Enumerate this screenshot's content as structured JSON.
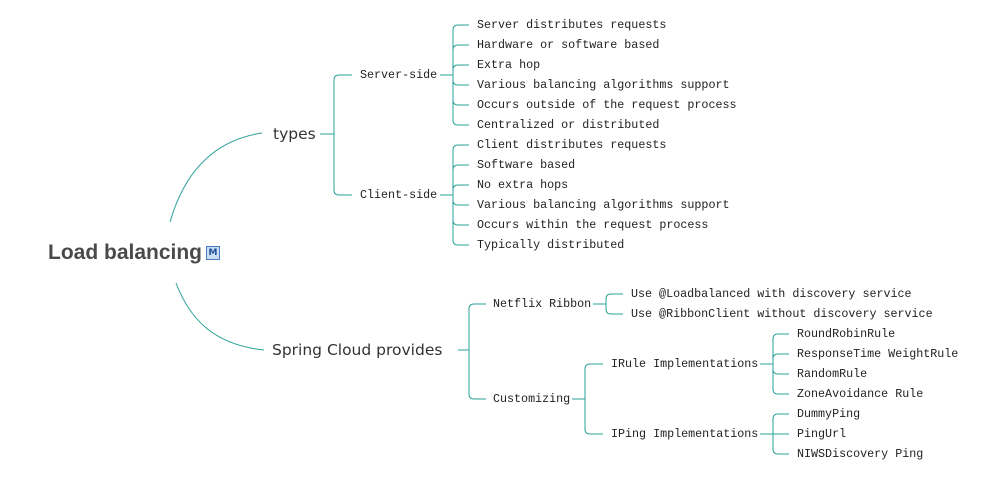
{
  "root": {
    "label": "Load balancing",
    "badge": "M"
  },
  "line_color": "#2aa198",
  "types": {
    "label": "types",
    "server_side": {
      "label": "Server-side",
      "items": [
        "Server distributes requests",
        "Hardware or software based",
        "Extra hop",
        "Various balancing algorithms support",
        "Occurs outside of the request process",
        "Centralized or distributed"
      ]
    },
    "client_side": {
      "label": "Client-side",
      "items": [
        "Client distributes requests",
        "Software based",
        "No extra hops",
        "Various balancing algorithms support",
        "Occurs within the request process",
        "Typically distributed"
      ]
    }
  },
  "spring": {
    "label": "Spring Cloud provides",
    "ribbon": {
      "label": "Netflix Ribbon",
      "items": [
        "Use @Loadbalanced with discovery service",
        "Use @RibbonClient without discovery service"
      ]
    },
    "customizing": {
      "label": "Customizing",
      "irule": {
        "label": "IRule Implementations",
        "items": [
          "RoundRobinRule",
          "ResponseTime WeightRule",
          "RandomRule",
          "ZoneAvoidance Rule"
        ]
      },
      "iping": {
        "label": "IPing Implementations",
        "items": [
          "DummyPing",
          "PingUrl",
          "NIWSDiscovery Ping"
        ]
      }
    }
  }
}
